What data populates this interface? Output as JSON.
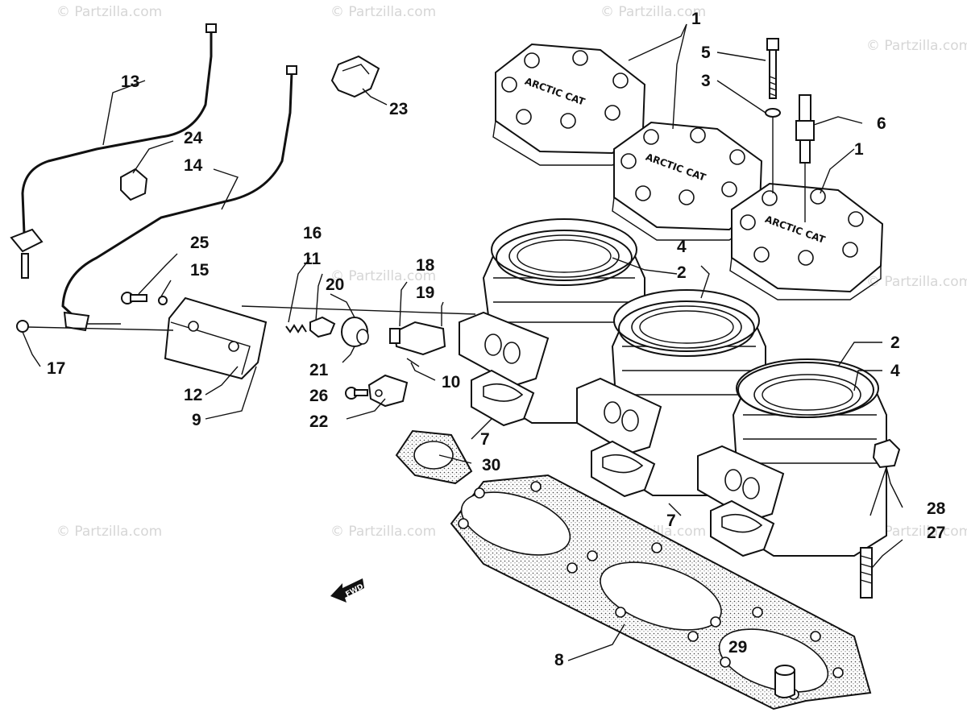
{
  "watermark": "© Partzilla.com",
  "fwd_arrow_text": "FWD",
  "head_emblem": "ARCTIC CAT",
  "callouts": [
    {
      "id": "c1a",
      "text": "1"
    },
    {
      "id": "c1b",
      "text": "1"
    },
    {
      "id": "c2a",
      "text": "2"
    },
    {
      "id": "c2b",
      "text": "2"
    },
    {
      "id": "c3",
      "text": "3"
    },
    {
      "id": "c4a",
      "text": "4"
    },
    {
      "id": "c4b",
      "text": "4"
    },
    {
      "id": "c5",
      "text": "5"
    },
    {
      "id": "c6",
      "text": "6"
    },
    {
      "id": "c7a",
      "text": "7"
    },
    {
      "id": "c7b",
      "text": "7"
    },
    {
      "id": "c8",
      "text": "8"
    },
    {
      "id": "c9",
      "text": "9"
    },
    {
      "id": "c10",
      "text": "10"
    },
    {
      "id": "c11",
      "text": "11"
    },
    {
      "id": "c12",
      "text": "12"
    },
    {
      "id": "c13",
      "text": "13"
    },
    {
      "id": "c14",
      "text": "14"
    },
    {
      "id": "c15",
      "text": "15"
    },
    {
      "id": "c16",
      "text": "16"
    },
    {
      "id": "c17",
      "text": "17"
    },
    {
      "id": "c18",
      "text": "18"
    },
    {
      "id": "c19",
      "text": "19"
    },
    {
      "id": "c20",
      "text": "20"
    },
    {
      "id": "c21",
      "text": "21"
    },
    {
      "id": "c22",
      "text": "22"
    },
    {
      "id": "c23",
      "text": "23"
    },
    {
      "id": "c24",
      "text": "24"
    },
    {
      "id": "c25",
      "text": "25"
    },
    {
      "id": "c26",
      "text": "26"
    },
    {
      "id": "c27",
      "text": "27"
    },
    {
      "id": "c28",
      "text": "28"
    },
    {
      "id": "c29",
      "text": "29"
    },
    {
      "id": "c30",
      "text": "30"
    }
  ]
}
